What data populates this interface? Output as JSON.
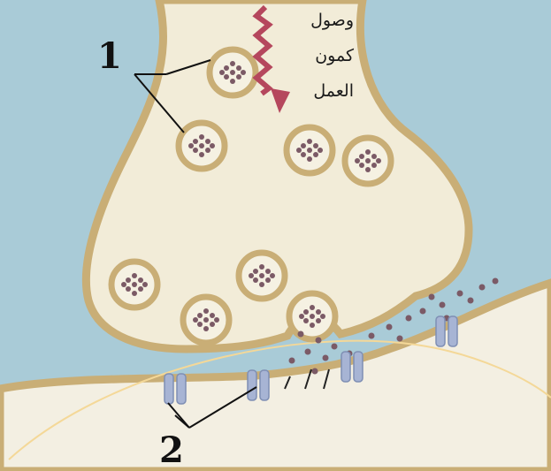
{
  "labels": {
    "presynaptic_vesicles": "1",
    "receptors": "2"
  },
  "signal_text": [
    "وصول",
    "كمون",
    "العمل"
  ],
  "colors": {
    "cleft": "#a9cbd7",
    "terminal_fill": "#f2ecd8",
    "membrane": "#c9ae76",
    "neurotransmitter": "#7b5a66",
    "receptor": "#a7b4d4",
    "arrow": "#b5475d",
    "postsynaptic_fill": "#f3efe2"
  },
  "icons": {
    "arrow": "wavy-arrow-down-icon",
    "receptor": "receptor-channel-icon",
    "vesicle": "synaptic-vesicle-icon"
  }
}
